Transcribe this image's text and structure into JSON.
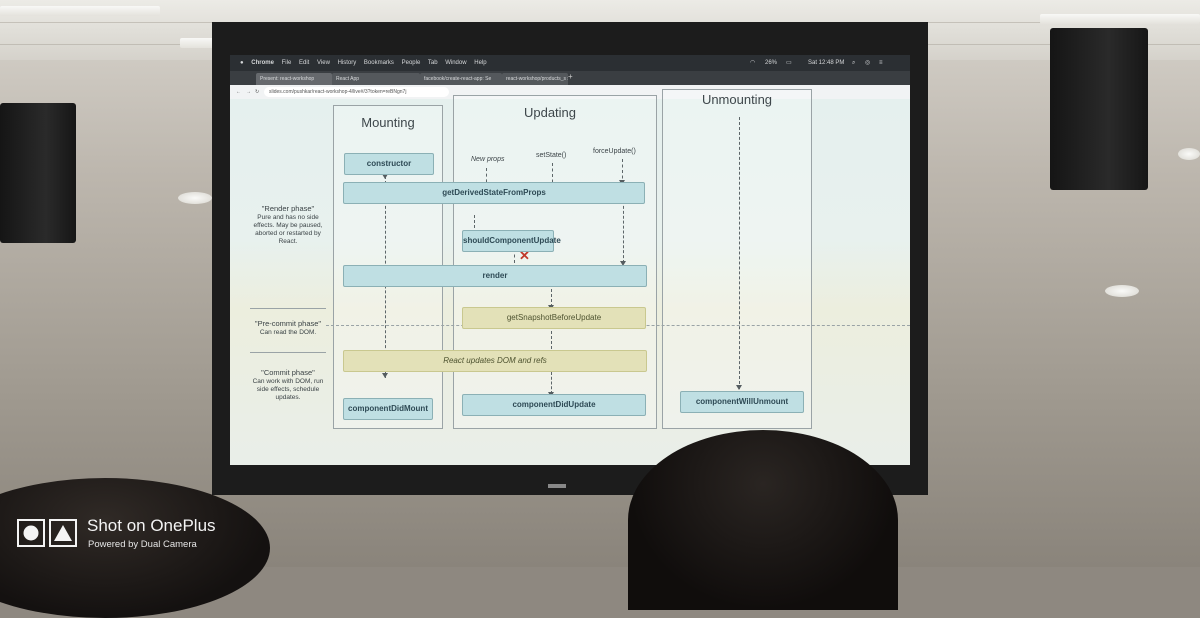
{
  "browser": {
    "menus": [
      "Chrome",
      "File",
      "Edit",
      "View",
      "History",
      "Bookmarks",
      "People",
      "Tab",
      "Window",
      "Help"
    ],
    "clock": "Sat 12:48 PM",
    "battery": "26%",
    "tabs": [
      "Present: react-workshop",
      "React App",
      "facebook/create-react-app: Se",
      "react-workshop/products_s st"
    ],
    "url": "slides.com/pushkar/react-workshop-4/live#/3?token=reBNgn7j"
  },
  "diagram": {
    "columns": {
      "mounting": "Mounting",
      "updating": "Updating",
      "unmounting": "Unmounting"
    },
    "triggers": {
      "new_props": "New props",
      "set_state": "setState()",
      "force_update": "forceUpdate()"
    },
    "methods": {
      "constructor": "constructor",
      "get_derived": "getDerivedStateFromProps",
      "should_update": "shouldComponentUpdate",
      "render": "render",
      "snapshot": "getSnapshotBeforeUpdate",
      "dom_refs": "React updates DOM and refs",
      "did_mount": "componentDidMount",
      "did_update": "componentDidUpdate",
      "will_unmount": "componentWillUnmount"
    },
    "phases": {
      "render_title": "\"Render phase\"",
      "render_desc": "Pure and has no side effects. May be paused, aborted or restarted by React.",
      "precommit_title": "\"Pre-commit phase\"",
      "precommit_desc": "Can read the DOM.",
      "commit_title": "\"Commit phase\"",
      "commit_desc": "Can work with DOM, run side effects, schedule updates."
    }
  },
  "watermark": {
    "title": "Shot on OnePlus",
    "subtitle": "Powered by Dual Camera"
  }
}
